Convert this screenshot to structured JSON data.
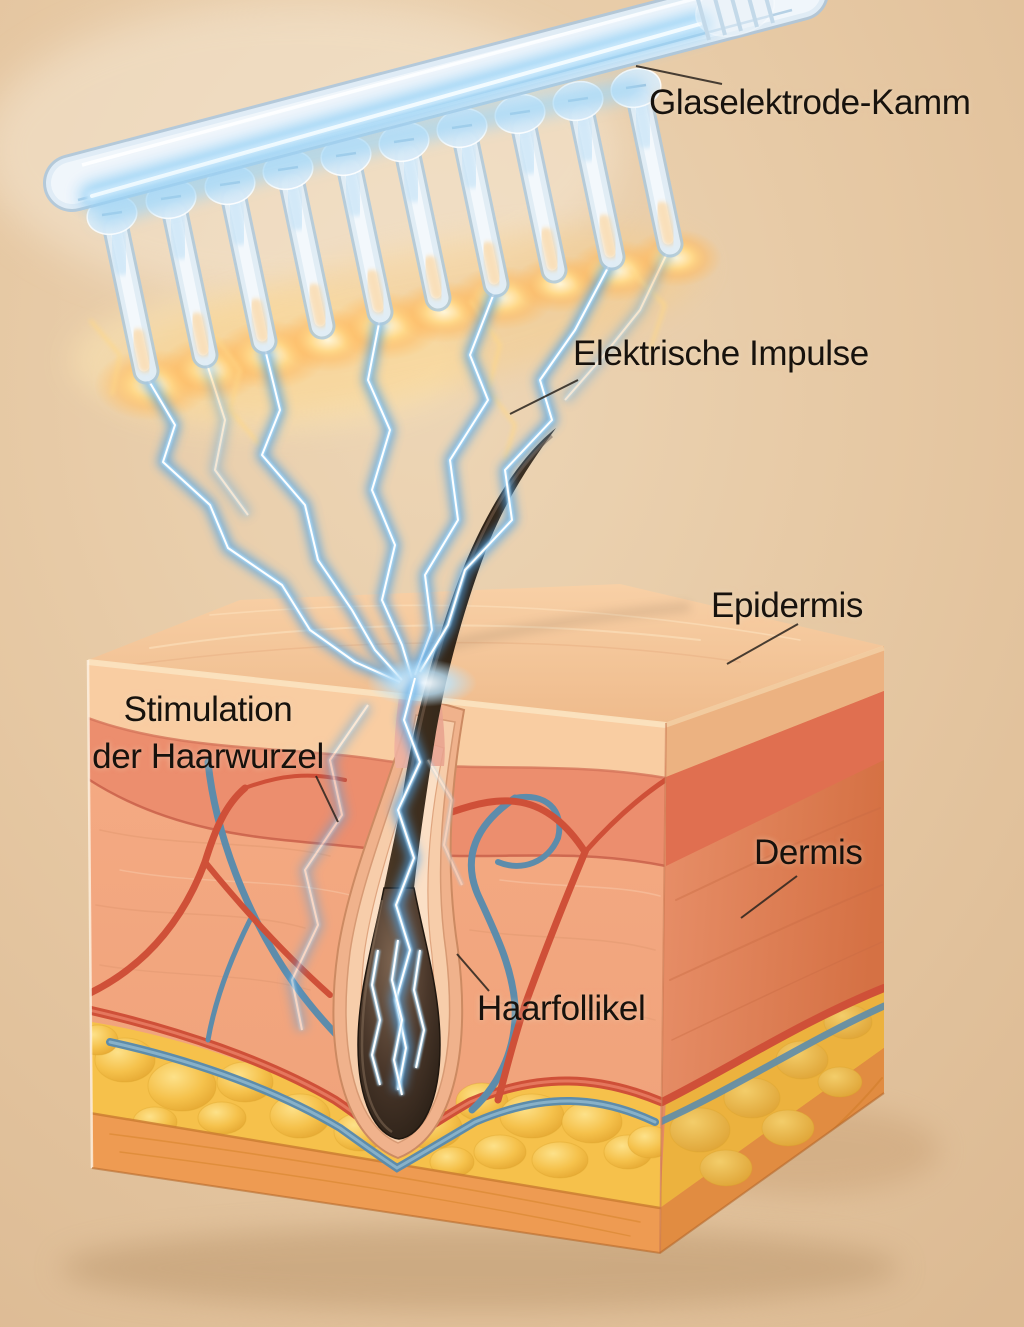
{
  "diagram": {
    "labels": {
      "comb": "Glaselektrode-Kamm",
      "impulses": "Elektrische Impulse",
      "epidermis": "Epidermis",
      "stimulation": {
        "line1": "Stimulation",
        "line2": "der Haarwurzel"
      },
      "dermis": "Dermis",
      "follicle": "Haarfollikel"
    },
    "colors": {
      "background": "#e5c7a2",
      "lightning_blue": "#7cc4f0",
      "spark_glow_orange": "#ffc76a",
      "epidermis_skin": "#f9cda2",
      "papillary_band": "#ec8e6e",
      "dermis_skin": "#f2a57e",
      "subcutis_fat": "#f6c14b",
      "base_band": "#ee9b52",
      "hair_brown": "#33271c",
      "artery_red": "#cf5038",
      "vein_blue": "#5d8cab",
      "glass_blue": "#cfe6f7",
      "label_text": "#17120d"
    }
  }
}
